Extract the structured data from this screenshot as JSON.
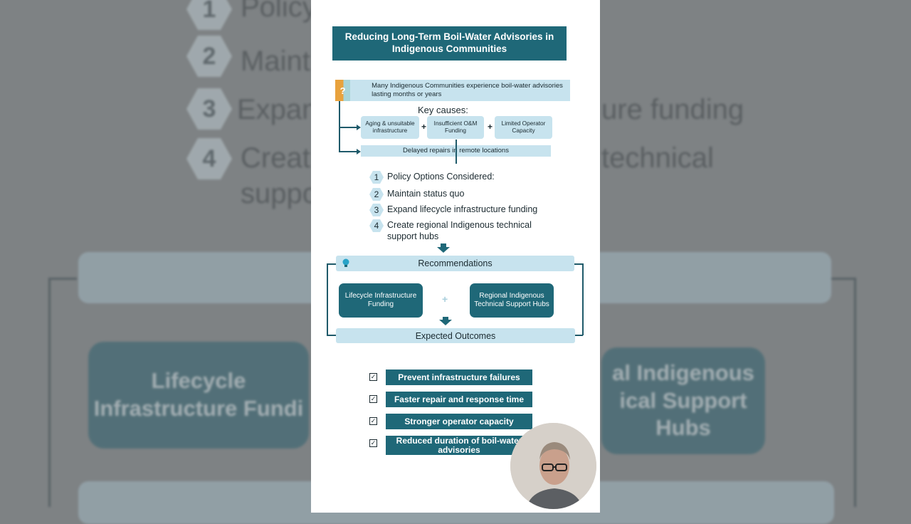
{
  "slide": {
    "title": "Reducing Long-Term Boil-Water Advisories in Indigenous Communities",
    "issue": {
      "icon": "question-icon",
      "icon_glyph": "?",
      "text": "Many Indigenous Communities experience boil-water advisories lasting months or years"
    },
    "key_causes_label": "Key causes:",
    "causes": [
      "Aging & unsuitable infrastructure",
      "Insufficient O&M Funding",
      "Limited Operator Capacity"
    ],
    "plus_glyph": "+",
    "delayed": "Delayed repairs  in  remote locations",
    "options": [
      {
        "num": "1",
        "text": "Policy Options Considered:"
      },
      {
        "num": "2",
        "text": "Maintain status quo"
      },
      {
        "num": "3",
        "text": "Expand lifecycle infrastructure funding"
      },
      {
        "num": "4",
        "text": "Create regional Indigenous technical support hubs"
      }
    ],
    "recommendations_label": "Recommendations",
    "recommendations": [
      "Lifecycle Infrastructure Funding",
      "Regional Indigenous Technical Support Hubs"
    ],
    "expected_outcomes_label": "Expected Outcomes",
    "check_glyph": "✓",
    "outcomes": [
      "Prevent infrastructure failures",
      "Faster repair and response time",
      "Stronger operator capacity",
      "Reduced duration of boil-water advisories"
    ]
  },
  "background": {
    "nums": [
      "1",
      "2",
      "3",
      "4"
    ],
    "texts": [
      "Policy",
      "Maint",
      "Expan",
      "ure funding",
      "Creat",
      "technical",
      "suppo"
    ],
    "boxes": [
      "Lifecycle Infrastructure Fundi",
      "al Indigenous ical Support Hubs"
    ]
  },
  "colors": {
    "dark_teal": "#1f6878",
    "light_blue": "#c7e3ee",
    "accent_orange": "#e8a23d"
  }
}
